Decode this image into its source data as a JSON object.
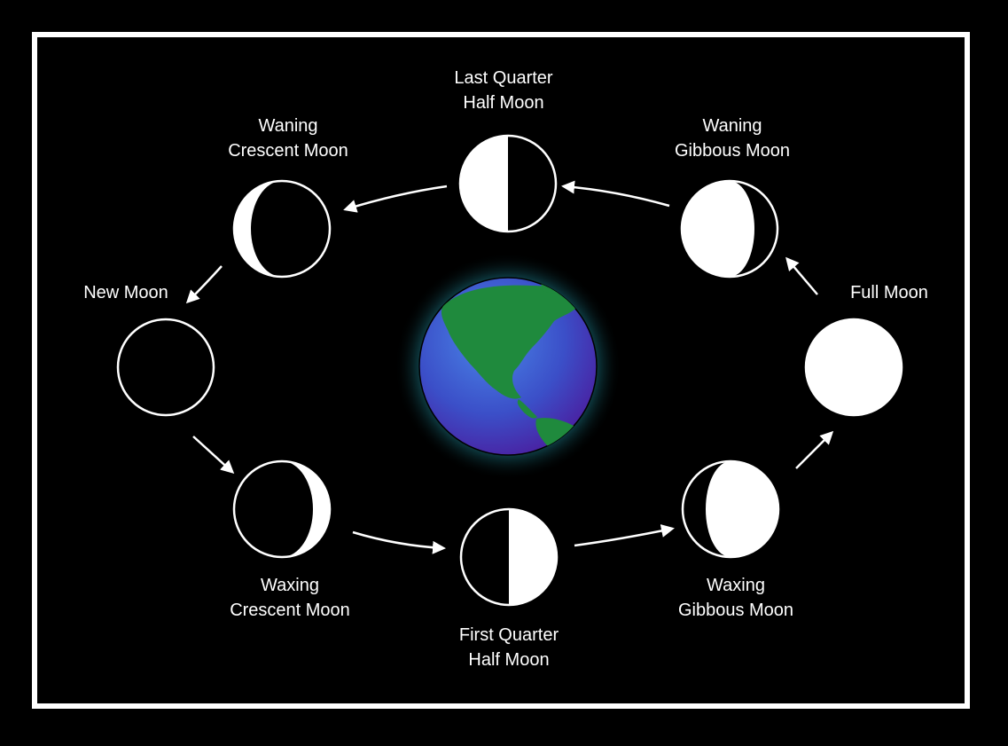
{
  "phases": [
    {
      "key": "new",
      "line1": "New Moon",
      "line2": ""
    },
    {
      "key": "waxing_crescent",
      "line1": "Waxing",
      "line2": "Crescent Moon"
    },
    {
      "key": "first_quarter",
      "line1": "First Quarter",
      "line2": "Half Moon"
    },
    {
      "key": "waxing_gibbous",
      "line1": "Waxing",
      "line2": "Gibbous Moon"
    },
    {
      "key": "full",
      "line1": "Full Moon",
      "line2": ""
    },
    {
      "key": "waning_gibbous",
      "line1": "Waning",
      "line2": "Gibbous Moon"
    },
    {
      "key": "last_quarter",
      "line1": "Last Quarter",
      "line2": "Half Moon"
    },
    {
      "key": "waning_crescent",
      "line1": "Waning",
      "line2": "Crescent Moon"
    }
  ],
  "colors": {
    "background": "#000000",
    "frame": "#ffffff",
    "moon_lit": "#ffffff",
    "ocean": "#3b5bd0",
    "land": "#1f8a3d",
    "glow": "#4fd0d8"
  },
  "icons": {
    "earth": "earth-globe-icon",
    "arrow": "arrow-icon"
  }
}
